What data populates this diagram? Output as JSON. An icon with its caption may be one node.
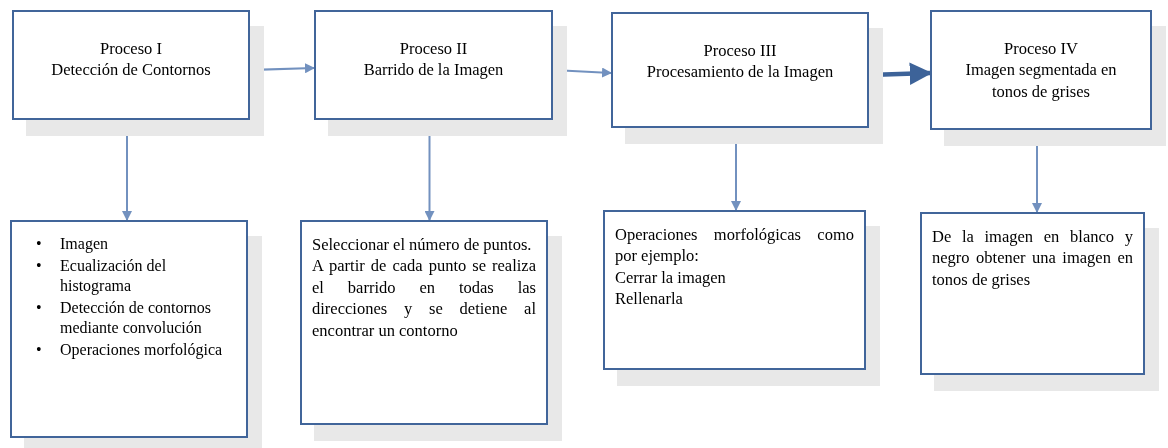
{
  "diagram": {
    "nodes": [
      {
        "text": [
          "Proceso I",
          "Detección de Contornos"
        ]
      },
      {
        "text": [
          "Proceso II",
          "Barrido de la Imagen"
        ]
      },
      {
        "text": [
          "Proceso III",
          "Procesamiento de la Imagen"
        ]
      },
      {
        "text": [
          "Proceso IV",
          "Imagen segmentada  en tonos de grises"
        ]
      },
      {
        "text": [
          "•\tImagen",
          "•\tEcualización del histograma",
          "•\tDetección de contornos mediante convolución",
          "•\tOperaciones morfológica"
        ]
      },
      {
        "text": [
          "Seleccionar el número de puntos.",
          "A partir de cada punto se realiza el barrido en todas las direcciones y se detiene al encontrar un contorno"
        ]
      },
      {
        "text": [
          "Operaciones morfológicas como por ejemplo:",
          "Cerrar la imagen",
          "Rellenarla"
        ]
      },
      {
        "text": [
          "De la imagen en blanco y negro obtener una imagen en tonos de grises"
        ]
      }
    ],
    "edges": [
      {
        "from": 0,
        "to": 1,
        "arrow": "to"
      },
      {
        "from": 1,
        "to": 2,
        "arrow": "to"
      },
      {
        "from": 2,
        "to": 3,
        "arrow": "to",
        "style": "thick",
        "color": "#3d6399"
      },
      {
        "from": 0,
        "to": 4,
        "arrow": "to"
      },
      {
        "from": 1,
        "to": 5,
        "arrow": "to"
      },
      {
        "from": 2,
        "to": 6,
        "arrow": "to"
      },
      {
        "from": 3,
        "to": 7,
        "arrow": "to"
      }
    ]
  }
}
